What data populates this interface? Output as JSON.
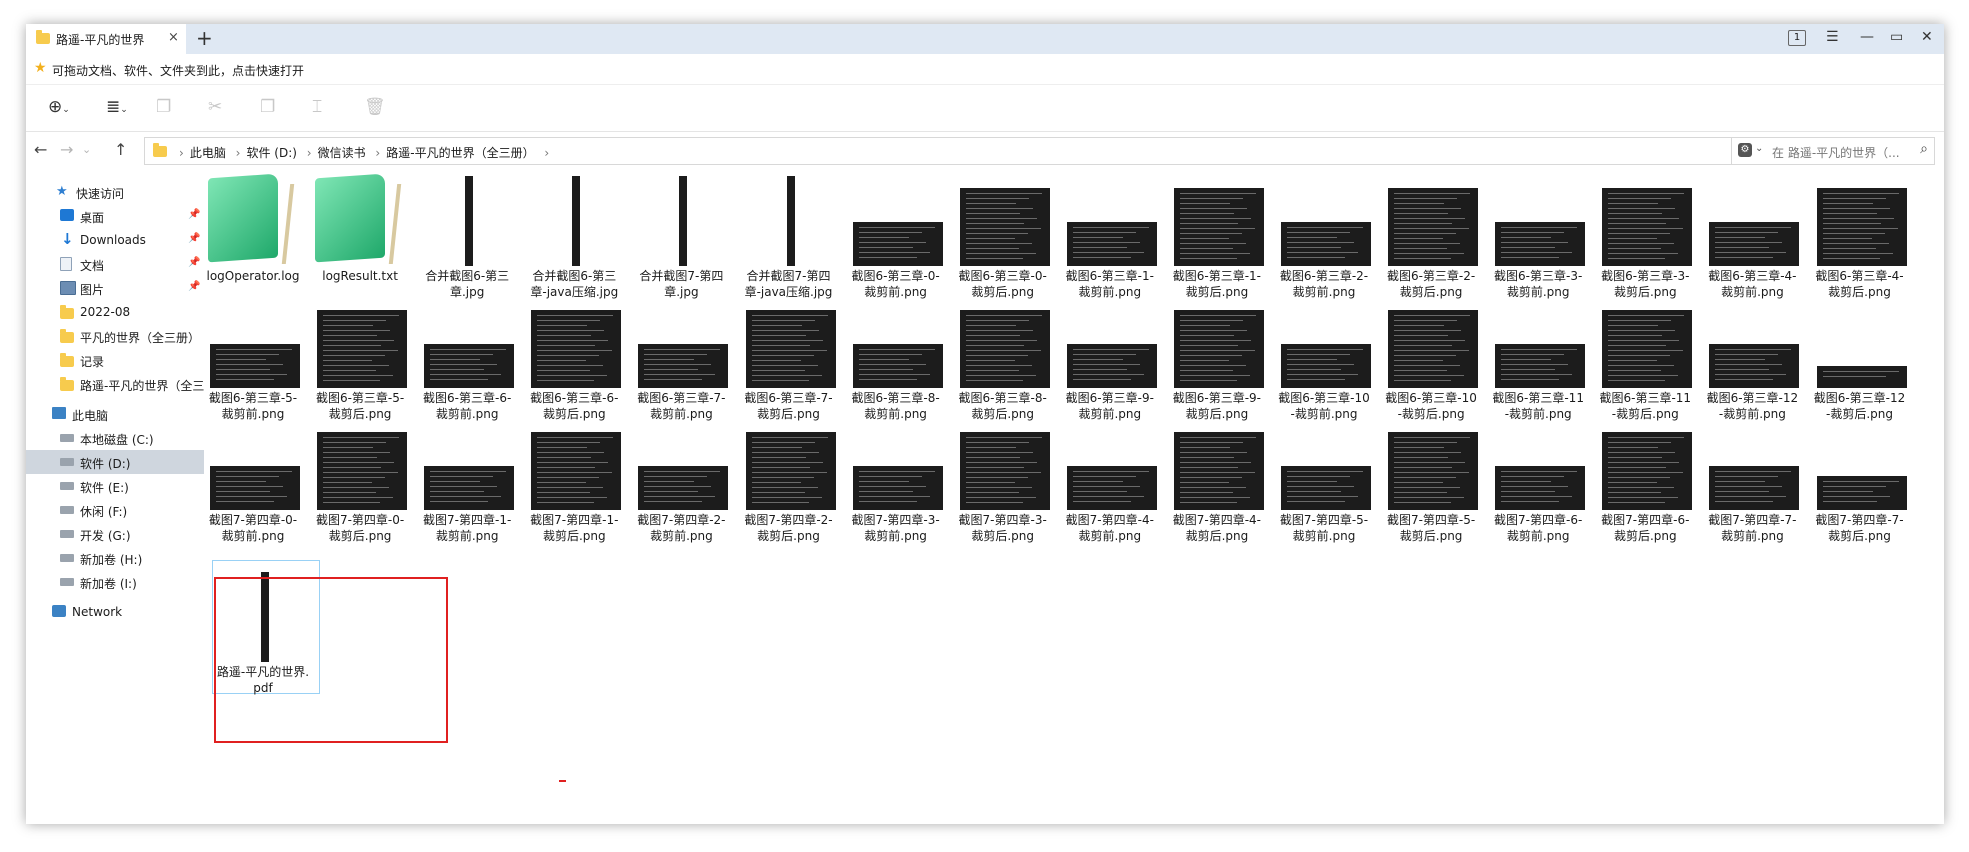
{
  "window": {
    "tab_title": "路遥-平凡的世界",
    "tab_count": "1",
    "new_tab": "+",
    "tab_close": "×",
    "controls": [
      "☰",
      "—",
      "▭",
      "✕"
    ]
  },
  "quickbar": {
    "text": "可拖动文档、软件、文件夹到此，点击快速打开"
  },
  "toolbar": {
    "icons": [
      "new-icon",
      "view-icon",
      "copy-icon",
      "cut-icon",
      "paste-icon",
      "rename-icon",
      "delete-icon"
    ]
  },
  "address": {
    "crumbs": [
      "此电脑",
      "软件 (D:)",
      "微信读书",
      "路遥-平凡的世界（全三册）"
    ],
    "search_placeholder": "在 路遥-平凡的世界（..."
  },
  "sidebar": {
    "items": [
      {
        "label": "快速访问",
        "icon": "star-icon",
        "pinned": false
      },
      {
        "label": "桌面",
        "icon": "desktop-icon",
        "pinned": true
      },
      {
        "label": "Downloads",
        "icon": "download-icon",
        "pinned": true
      },
      {
        "label": "文档",
        "icon": "document-icon",
        "pinned": true
      },
      {
        "label": "图片",
        "icon": "picture-icon",
        "pinned": true
      },
      {
        "label": "2022-08",
        "icon": "folder-icon",
        "pinned": false
      },
      {
        "label": "平凡的世界（全三册）",
        "icon": "folder-icon",
        "pinned": false
      },
      {
        "label": "记录",
        "icon": "folder-icon",
        "pinned": false
      },
      {
        "label": "路遥-平凡的世界（全三",
        "icon": "folder-icon",
        "pinned": false
      },
      {
        "label": "此电脑",
        "icon": "pc-icon",
        "pinned": false
      },
      {
        "label": "本地磁盘 (C:)",
        "icon": "drive-icon",
        "pinned": false
      },
      {
        "label": "软件 (D:)",
        "icon": "drive-icon",
        "pinned": false
      },
      {
        "label": "软件 (E:)",
        "icon": "drive-icon",
        "pinned": false
      },
      {
        "label": "休闲 (F:)",
        "icon": "drive-icon",
        "pinned": false
      },
      {
        "label": "开发 (G:)",
        "icon": "drive-icon",
        "pinned": false
      },
      {
        "label": "新加卷 (H:)",
        "icon": "drive-icon",
        "pinned": false
      },
      {
        "label": "新加卷 (I:)",
        "icon": "drive-icon",
        "pinned": false
      },
      {
        "label": "Network",
        "icon": "network-icon",
        "pinned": false
      }
    ]
  },
  "files": [
    {
      "name": "logOperator.log",
      "kind": "note"
    },
    {
      "name": "logResult.txt",
      "kind": "note"
    },
    {
      "name": "合并截图6-第三章.jpg",
      "kind": "strip"
    },
    {
      "name": "合并截图6-第三章-java压缩.jpg",
      "kind": "strip"
    },
    {
      "name": "合并截图7-第四章.jpg",
      "kind": "strip"
    },
    {
      "name": "合并截图7-第四章-java压缩.jpg",
      "kind": "strip"
    },
    {
      "name": "截图6-第三章-0-裁剪前.png",
      "kind": "short"
    },
    {
      "name": "截图6-第三章-0-裁剪后.png",
      "kind": "tall"
    },
    {
      "name": "截图6-第三章-1-裁剪前.png",
      "kind": "short"
    },
    {
      "name": "截图6-第三章-1-裁剪后.png",
      "kind": "tall"
    },
    {
      "name": "截图6-第三章-2-裁剪前.png",
      "kind": "short"
    },
    {
      "name": "截图6-第三章-2-裁剪后.png",
      "kind": "tall"
    },
    {
      "name": "截图6-第三章-3-裁剪前.png",
      "kind": "short"
    },
    {
      "name": "截图6-第三章-3-裁剪后.png",
      "kind": "tall"
    },
    {
      "name": "截图6-第三章-4-裁剪前.png",
      "kind": "short"
    },
    {
      "name": "截图6-第三章-4-裁剪后.png",
      "kind": "tall"
    },
    {
      "name": "截图6-第三章-5-裁剪前.png",
      "kind": "short"
    },
    {
      "name": "截图6-第三章-5-裁剪后.png",
      "kind": "tall"
    },
    {
      "name": "截图6-第三章-6-裁剪前.png",
      "kind": "short"
    },
    {
      "name": "截图6-第三章-6-裁剪后.png",
      "kind": "tall"
    },
    {
      "name": "截图6-第三章-7-裁剪前.png",
      "kind": "short"
    },
    {
      "name": "截图6-第三章-7-裁剪后.png",
      "kind": "tall"
    },
    {
      "name": "截图6-第三章-8-裁剪前.png",
      "kind": "short"
    },
    {
      "name": "截图6-第三章-8-裁剪后.png",
      "kind": "tall"
    },
    {
      "name": "截图6-第三章-9-裁剪前.png",
      "kind": "short"
    },
    {
      "name": "截图6-第三章-9-裁剪后.png",
      "kind": "tall"
    },
    {
      "name": "截图6-第三章-10-裁剪前.png",
      "kind": "short"
    },
    {
      "name": "截图6-第三章-10-裁剪后.png",
      "kind": "tall"
    },
    {
      "name": "截图6-第三章-11-裁剪前.png",
      "kind": "short"
    },
    {
      "name": "截图6-第三章-11-裁剪后.png",
      "kind": "tall"
    },
    {
      "name": "截图6-第三章-12-裁剪前.png",
      "kind": "short"
    },
    {
      "name": "截图6-第三章-12-裁剪后.png",
      "kind": "tiny"
    },
    {
      "name": "截图7-第四章-0-裁剪前.png",
      "kind": "short"
    },
    {
      "name": "截图7-第四章-0-裁剪后.png",
      "kind": "tall"
    },
    {
      "name": "截图7-第四章-1-裁剪前.png",
      "kind": "short"
    },
    {
      "name": "截图7-第四章-1-裁剪后.png",
      "kind": "tall"
    },
    {
      "name": "截图7-第四章-2-裁剪前.png",
      "kind": "short"
    },
    {
      "name": "截图7-第四章-2-裁剪后.png",
      "kind": "tall"
    },
    {
      "name": "截图7-第四章-3-裁剪前.png",
      "kind": "short"
    },
    {
      "name": "截图7-第四章-3-裁剪后.png",
      "kind": "tall"
    },
    {
      "name": "截图7-第四章-4-裁剪前.png",
      "kind": "short"
    },
    {
      "name": "截图7-第四章-4-裁剪后.png",
      "kind": "tall"
    },
    {
      "name": "截图7-第四章-5-裁剪前.png",
      "kind": "short"
    },
    {
      "name": "截图7-第四章-5-裁剪后.png",
      "kind": "tall"
    },
    {
      "name": "截图7-第四章-6-裁剪前.png",
      "kind": "short"
    },
    {
      "name": "截图7-第四章-6-裁剪后.png",
      "kind": "tall"
    },
    {
      "name": "截图7-第四章-7-裁剪前.png",
      "kind": "short"
    },
    {
      "name": "截图7-第四章-7-裁剪后.png",
      "kind": "mid"
    },
    {
      "name": "路遥-平凡的世界.pdf",
      "kind": "strip"
    }
  ],
  "colors": {
    "accent_selection": "#99d1f5",
    "annotation_red": "#e02020",
    "folder_yellow": "#f7cb4d",
    "titlebar": "#dfe8f3"
  }
}
